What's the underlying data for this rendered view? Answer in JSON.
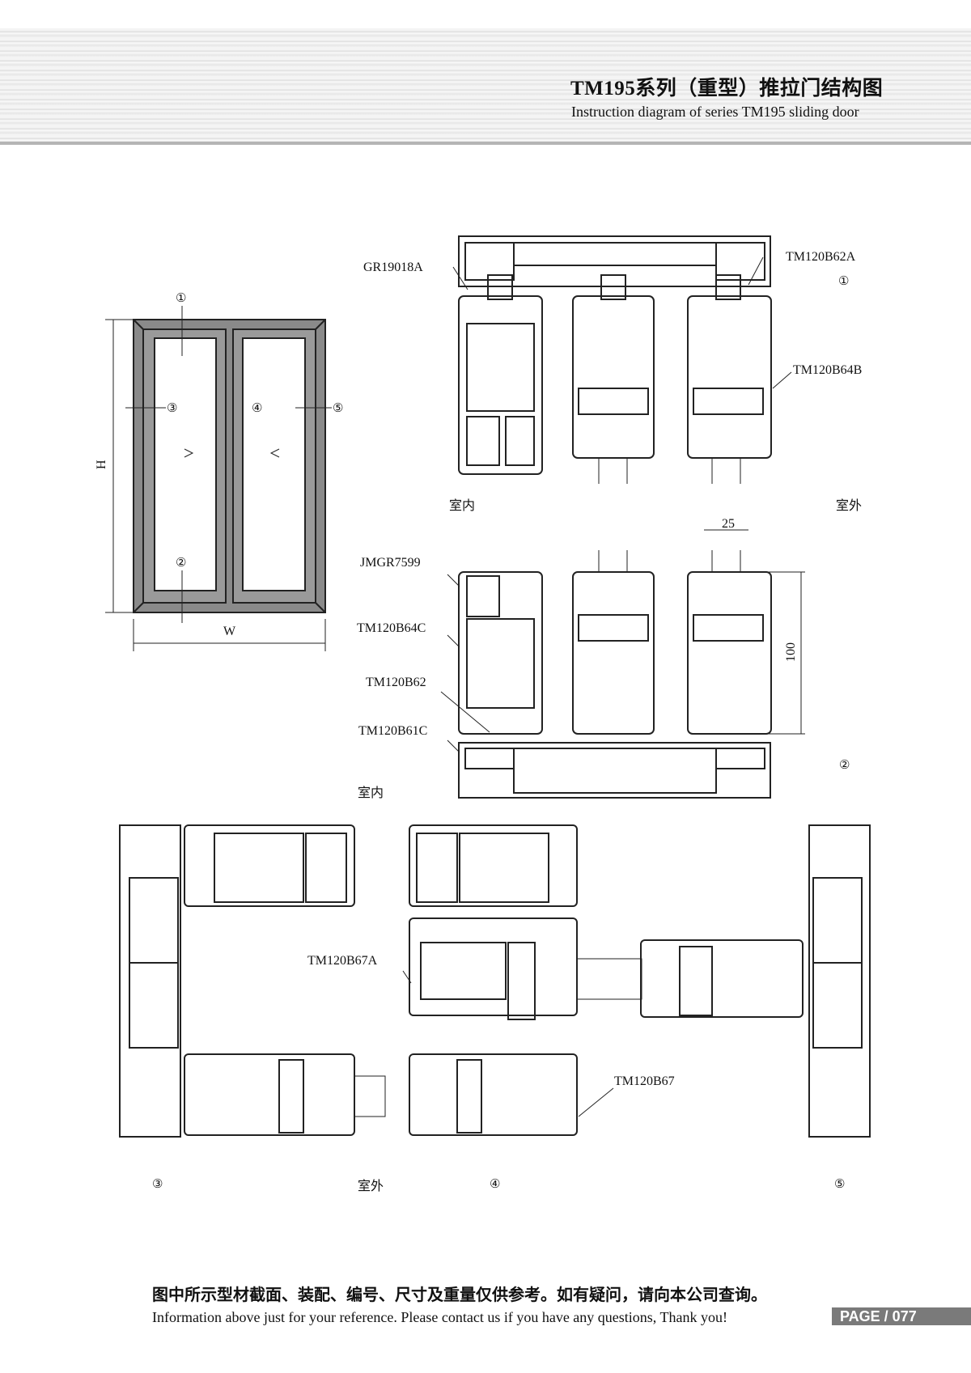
{
  "header": {
    "title_cn": "TM195系列（重型）推拉门结构图",
    "title_en": "Instruction diagram of series TM195 sliding door"
  },
  "elevation": {
    "dim_height": "H",
    "dim_width": "W",
    "markers": [
      "①",
      "②",
      "③",
      "④",
      "⑤"
    ]
  },
  "section_top": {
    "labels": {
      "gr": "GR19018A",
      "b62a": "TM120B62A",
      "b64b": "TM120B64B"
    },
    "marker": "①",
    "indoor": "室内",
    "outdoor": "室外"
  },
  "section_bottom": {
    "labels": {
      "jmgr": "JMGR7599",
      "b64c": "TM120B64C",
      "b62": "TM120B62",
      "b61c": "TM120B61C"
    },
    "dim_25": "25",
    "dim_100": "100",
    "marker": "②",
    "indoor": "室内"
  },
  "section_horizontal": {
    "labels": {
      "b67a": "TM120B67A",
      "b67": "TM120B67"
    },
    "markers": [
      "③",
      "④",
      "⑤"
    ],
    "outdoor": "室外"
  },
  "footer": {
    "note_cn": "图中所示型材截面、装配、编号、尺寸及重量仅供参考。如有疑问，请向本公司查询。",
    "note_en": "Information above just for your reference. Please contact us if you have any questions, Thank you!",
    "page": "PAGE / 077"
  },
  "colors": {
    "frame_fill": "#8a8a8a",
    "line": "#222222",
    "page_badge": "#7a7a7a"
  }
}
